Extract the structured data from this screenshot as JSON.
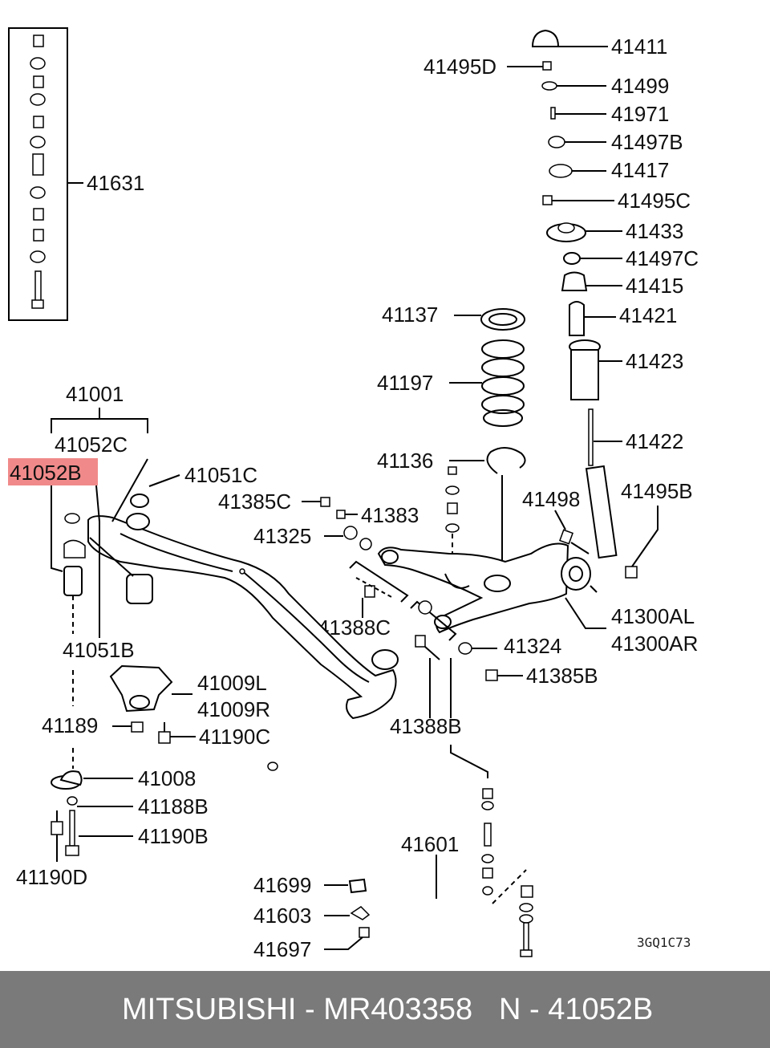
{
  "labels": {
    "p41411": "41411",
    "p41495D": "41495D",
    "p41499": "41499",
    "p41971": "41971",
    "p41497B": "41497B",
    "p41417": "41417",
    "p41495C": "41495C",
    "p41433": "41433",
    "p41497C": "41497C",
    "p41415": "41415",
    "p41421": "41421",
    "p41423": "41423",
    "p41422": "41422",
    "p41495B": "41495B",
    "p41137": "41137",
    "p41197": "41197",
    "p41136": "41136",
    "p41498": "41498",
    "p41631": "41631",
    "p41001": "41001",
    "p41052C": "41052C",
    "p41052B": "41052B",
    "p41051C": "41051C",
    "p41385C": "41385C",
    "p41383": "41383",
    "p41325": "41325",
    "p41388C": "41388C",
    "p41324": "41324",
    "p41385B": "41385B",
    "p41300AL": "41300AL",
    "p41300AR": "41300AR",
    "p41051B": "41051B",
    "p41009L": "41009L",
    "p41009R": "41009R",
    "p41189": "41189",
    "p41190C": "41190C",
    "p41388B": "41388B",
    "p41008": "41008",
    "p41188B": "41188B",
    "p41190B": "41190B",
    "p41190D": "41190D",
    "p41601": "41601",
    "p41699": "41699",
    "p41603": "41603",
    "p41697": "41697"
  },
  "diagram_code": "3GQ1C73",
  "highlight": {
    "label": "41052B",
    "color": "#f08a8a"
  },
  "footer": {
    "brand_part": "MITSUBISHI - MR403358",
    "ref": "N - 41052B",
    "background": "#7a7a7a"
  }
}
